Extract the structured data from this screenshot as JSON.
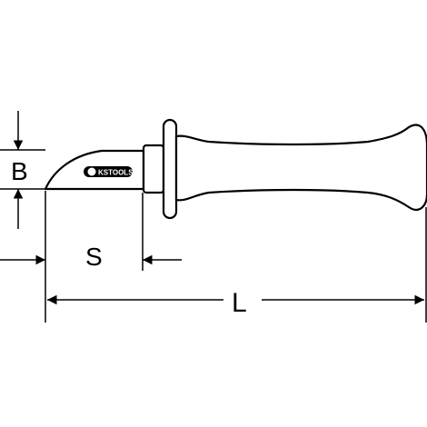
{
  "dimensions": {
    "blade_height_label": "B",
    "blade_length_label": "S",
    "overall_length_label": "L"
  },
  "logo": {
    "brand_text": "KSTOOLS"
  },
  "colors": {
    "line": "#000000",
    "logo_background": "#000000",
    "logo_text": "#ffffff"
  }
}
